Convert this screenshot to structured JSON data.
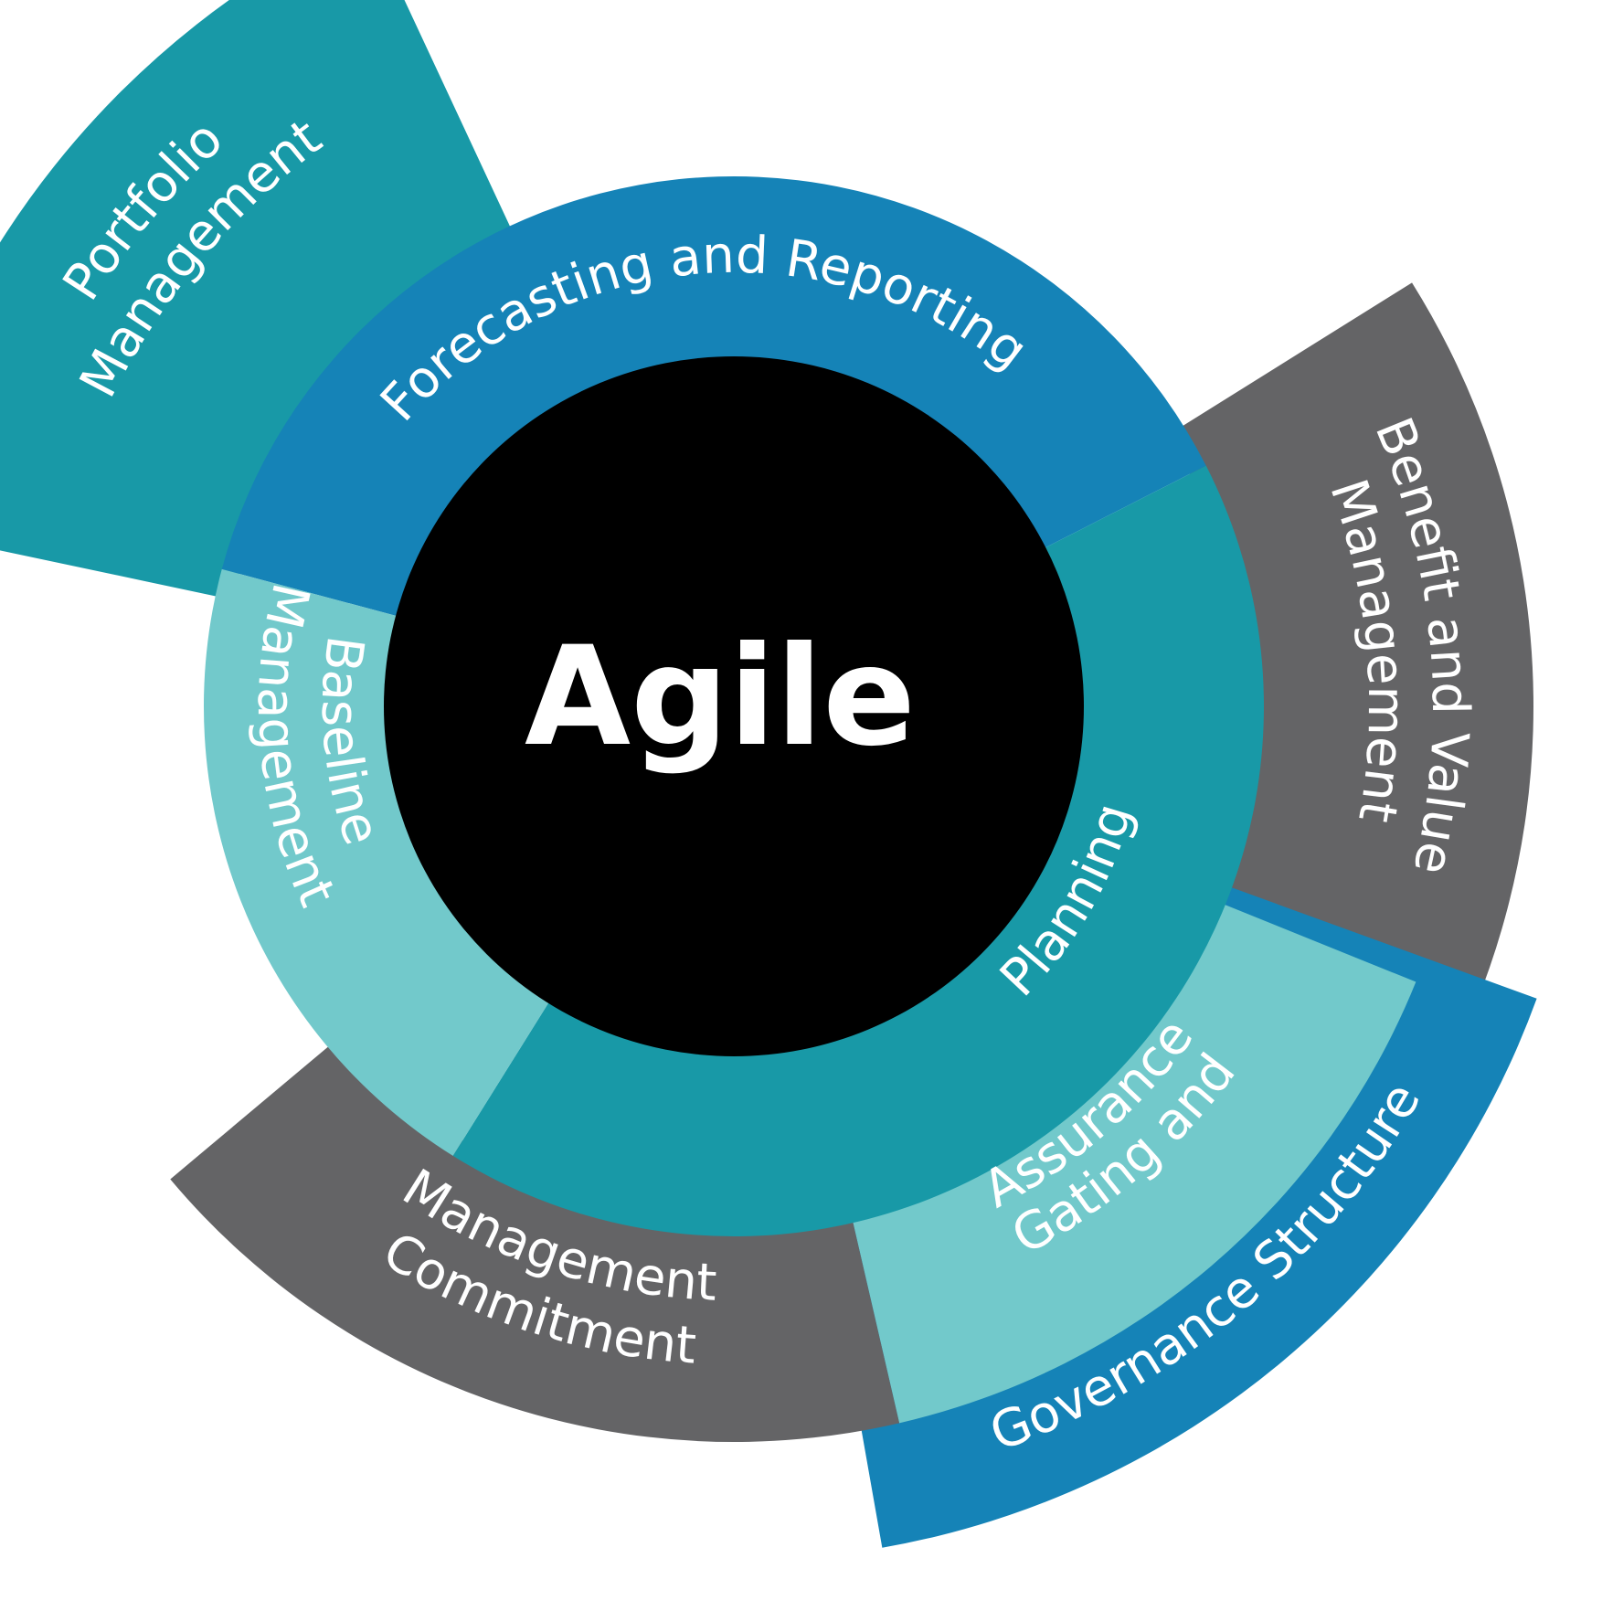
{
  "center": {
    "label": "Agile"
  },
  "colors": {
    "teal": "#1899a7",
    "blue": "#1583b7",
    "light_teal": "#72c9cb",
    "gray": "#646466",
    "black": "#000000",
    "text": "#ffffff"
  },
  "inner_ring": {
    "forecasting": {
      "label": "Forecasting and Reporting"
    },
    "planning": {
      "label": "Planning"
    },
    "baseline": {
      "line1": "Baseline",
      "line2": "Management"
    }
  },
  "outer_ring": {
    "portfolio": {
      "line1": "Portfolio",
      "line2": "Management"
    },
    "benefit": {
      "line1": "Benefit and Value",
      "line2": "Management"
    },
    "gating": {
      "line1": "Gating and",
      "line2": "Assurance"
    },
    "commitment": {
      "line1": "Commitment",
      "line2": "Management"
    },
    "governance": {
      "label": "Governance Structure"
    }
  }
}
